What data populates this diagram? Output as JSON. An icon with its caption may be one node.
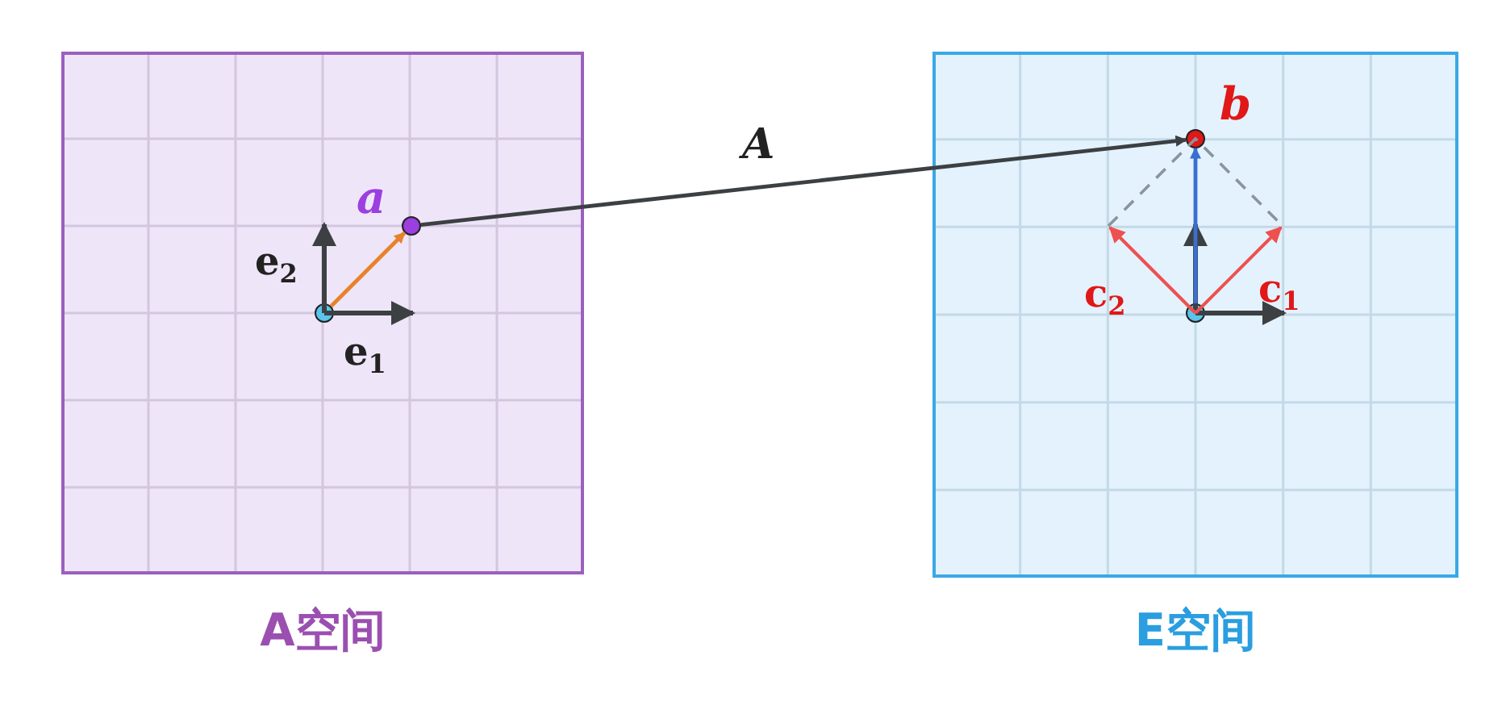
{
  "diagram": {
    "nodes": [
      {
        "text": [
          "A空间"
        ]
      },
      {
        "text": [],
        "shape": "circle",
        "in": 0
      },
      {
        "text": [
          "a"
        ],
        "in": 0
      },
      {
        "text": [
          "E空间"
        ]
      },
      {
        "text": [],
        "shape": "circle",
        "in": 3
      },
      {
        "text": [
          "b"
        ],
        "in": 3
      }
    ],
    "edges": [
      {
        "from": 1,
        "to": 2,
        "arrow": "to",
        "color": "#e8822a"
      },
      {
        "from": 2,
        "to": 5,
        "arrow": "to",
        "label": "A",
        "color": "#3c4043"
      },
      {
        "from": 4,
        "to": 5,
        "arrow": "to",
        "color": "#3a6fd0"
      }
    ],
    "labels": [
      "e$_{2}$",
      "e$_{1}$",
      "c$_{2}$",
      "c$_{1}$"
    ]
  }
}
